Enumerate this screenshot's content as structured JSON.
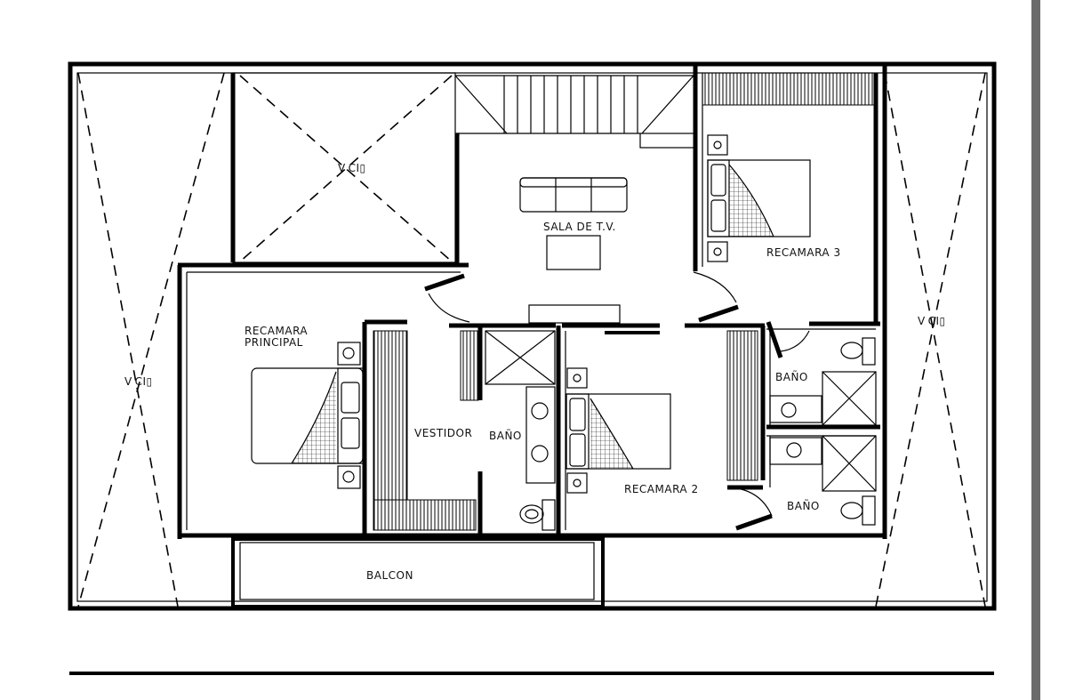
{
  "rooms": {
    "vacio_left": "V CI▯",
    "vacio_top": "V CI▯",
    "vacio_right": "V CI▯",
    "sala": "SALA DE T.V.",
    "recamara3": "RECAMARA 3",
    "recamara_principal_1": "RECAMARA",
    "recamara_principal_2": "PRINCIPAL",
    "vestidor": "VESTIDOR",
    "bano_principal": "BAÑO",
    "recamara2": "RECAMARA 2",
    "bano_r3": "BAÑO",
    "bano_r2": "BAÑO",
    "balcon": "BALCON"
  },
  "colors": {
    "line": "#000000",
    "background": "#ffffff",
    "scrollbar": "#6b6b6b"
  }
}
